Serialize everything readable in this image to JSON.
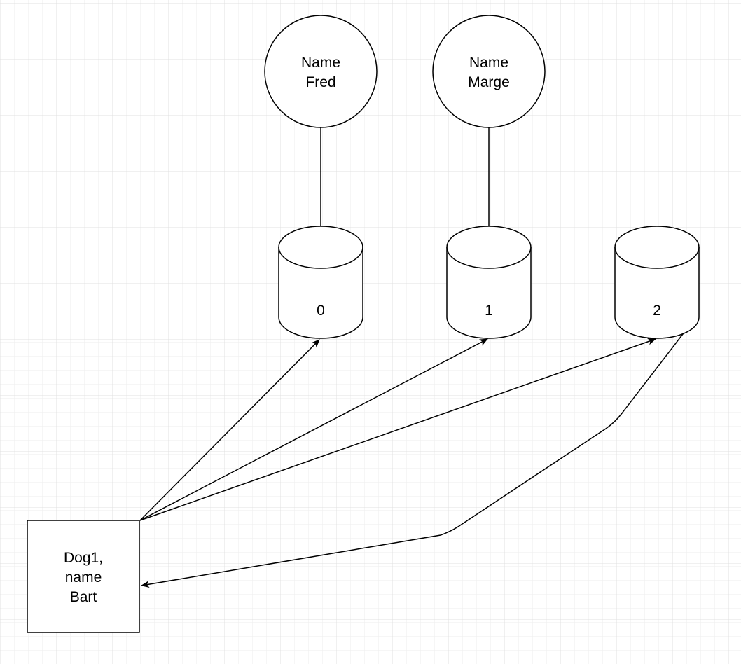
{
  "diagram": {
    "persons": [
      {
        "line1": "Name",
        "line2": "Fred"
      },
      {
        "line1": "Name",
        "line2": "Marge"
      }
    ],
    "slots": [
      {
        "label": "0"
      },
      {
        "label": "1"
      },
      {
        "label": "2"
      }
    ],
    "dog": {
      "line1": "Dog1,",
      "line2": "name",
      "line3": "Bart"
    }
  },
  "colors": {
    "stroke": "#000000",
    "fill": "#ffffff",
    "grid_minor": "#eeeeee",
    "grid_major": "#e0e0e0"
  }
}
